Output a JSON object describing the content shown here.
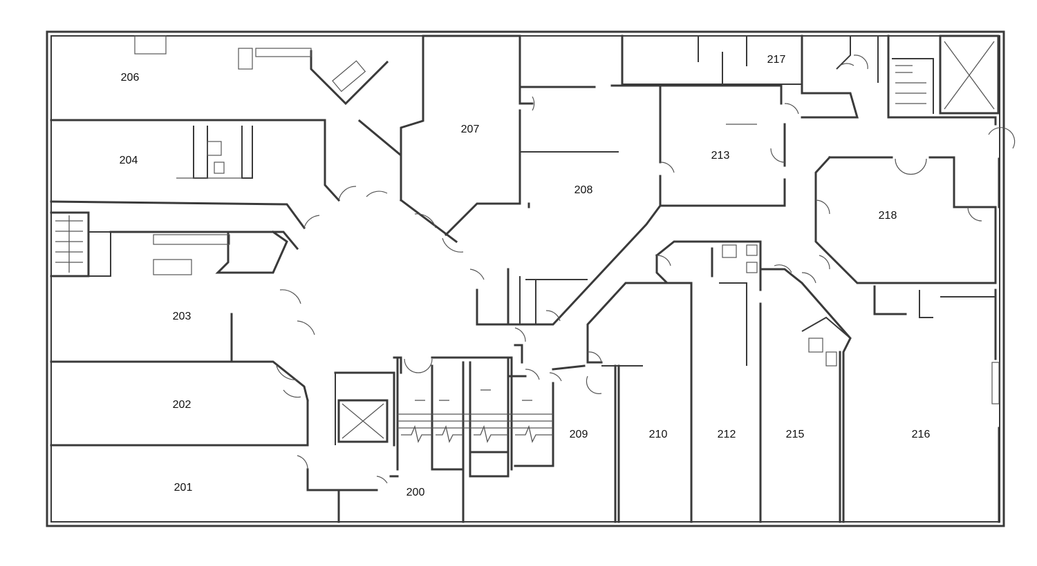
{
  "floor_plan": {
    "rooms": [
      {
        "id": "200",
        "label": "200"
      },
      {
        "id": "201",
        "label": "201"
      },
      {
        "id": "202",
        "label": "202"
      },
      {
        "id": "203",
        "label": "203"
      },
      {
        "id": "204",
        "label": "204"
      },
      {
        "id": "206",
        "label": "206"
      },
      {
        "id": "207",
        "label": "207"
      },
      {
        "id": "208",
        "label": "208"
      },
      {
        "id": "209",
        "label": "209"
      },
      {
        "id": "210",
        "label": "210"
      },
      {
        "id": "212",
        "label": "212"
      },
      {
        "id": "213",
        "label": "213"
      },
      {
        "id": "215",
        "label": "215"
      },
      {
        "id": "216",
        "label": "216"
      },
      {
        "id": "217",
        "label": "217"
      },
      {
        "id": "218",
        "label": "218"
      }
    ]
  }
}
